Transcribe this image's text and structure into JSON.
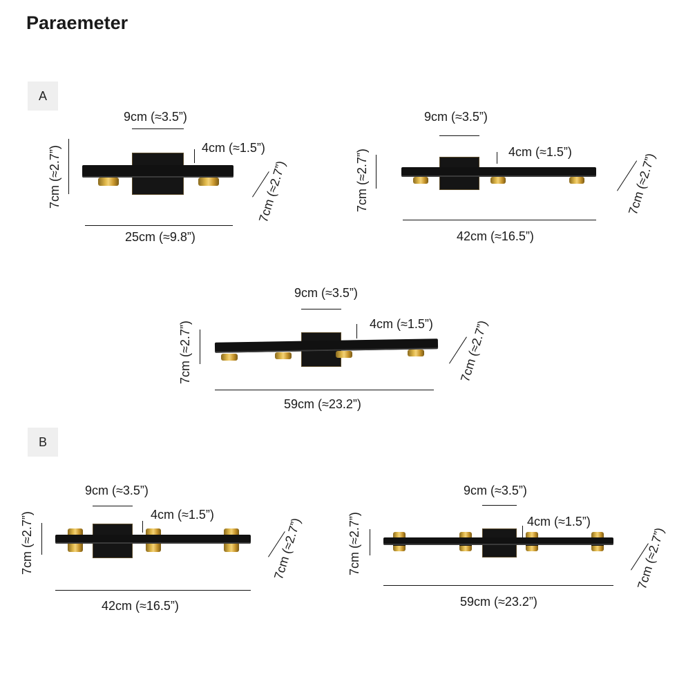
{
  "title": "Paraemeter",
  "sections": {
    "a": "A",
    "b": "B"
  },
  "fixtures": [
    {
      "width": "25cm (≈9.8”)",
      "plate": "9cm (≈3.5”)",
      "depth": "4cm (≈1.5”)",
      "height": "7cm (≈2.7”)",
      "diag": "7cm (≈2.7”)"
    },
    {
      "width": "42cm (≈16.5”)",
      "plate": "9cm (≈3.5”)",
      "depth": "4cm (≈1.5”)",
      "height": "7cm (≈2.7”)",
      "diag": "7cm (≈2.7”)"
    },
    {
      "width": "59cm (≈23.2”)",
      "plate": "9cm (≈3.5”)",
      "depth": "4cm (≈1.5”)",
      "height": "7cm (≈2.7”)",
      "diag": "7cm (≈2.7”)"
    },
    {
      "width": "42cm (≈16.5”)",
      "plate": "9cm (≈3.5”)",
      "depth": "4cm (≈1.5”)",
      "height": "7cm (≈2.7”)",
      "diag": "7cm (≈2.7”)"
    },
    {
      "width": "59cm (≈23.2”)",
      "plate": "9cm (≈3.5”)",
      "depth": "4cm (≈1.5”)",
      "height": "7cm (≈2.7”)",
      "diag": "7cm (≈2.7”)"
    }
  ],
  "colors": {
    "fixture_black": "#111111",
    "brass": "#e0b84a",
    "badge_bg": "#efefef"
  }
}
